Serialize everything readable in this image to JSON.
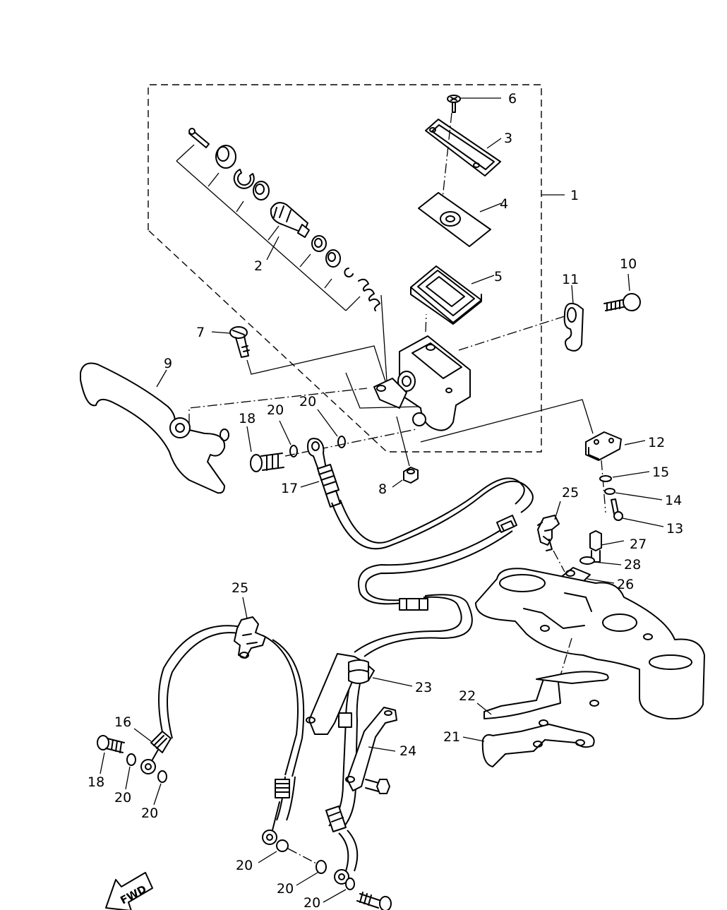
{
  "diagram": {
    "callouts": [
      {
        "id": "c1",
        "text": "1"
      },
      {
        "id": "c2",
        "text": "2"
      },
      {
        "id": "c3",
        "text": "3"
      },
      {
        "id": "c4",
        "text": "4"
      },
      {
        "id": "c5",
        "text": "5"
      },
      {
        "id": "c6",
        "text": "6"
      },
      {
        "id": "c7",
        "text": "7"
      },
      {
        "id": "c8",
        "text": "8"
      },
      {
        "id": "c9",
        "text": "9"
      },
      {
        "id": "c10",
        "text": "10"
      },
      {
        "id": "c11",
        "text": "11"
      },
      {
        "id": "c12",
        "text": "12"
      },
      {
        "id": "c13",
        "text": "13"
      },
      {
        "id": "c14",
        "text": "14"
      },
      {
        "id": "c15",
        "text": "15"
      },
      {
        "id": "c16",
        "text": "16"
      },
      {
        "id": "c17",
        "text": "17"
      },
      {
        "id": "c18a",
        "text": "18"
      },
      {
        "id": "c18b",
        "text": "18"
      },
      {
        "id": "c20a",
        "text": "20"
      },
      {
        "id": "c20b",
        "text": "20"
      },
      {
        "id": "c20c",
        "text": "20"
      },
      {
        "id": "c20d",
        "text": "20"
      },
      {
        "id": "c20e",
        "text": "20"
      },
      {
        "id": "c20f",
        "text": "20"
      },
      {
        "id": "c20g",
        "text": "20"
      },
      {
        "id": "c21",
        "text": "21"
      },
      {
        "id": "c22",
        "text": "22"
      },
      {
        "id": "c23",
        "text": "23"
      },
      {
        "id": "c24",
        "text": "24"
      },
      {
        "id": "c25a",
        "text": "25"
      },
      {
        "id": "c25b",
        "text": "25"
      },
      {
        "id": "c26",
        "text": "26"
      },
      {
        "id": "c27",
        "text": "27"
      },
      {
        "id": "c28",
        "text": "28"
      }
    ],
    "fwd_label": "FWD"
  }
}
